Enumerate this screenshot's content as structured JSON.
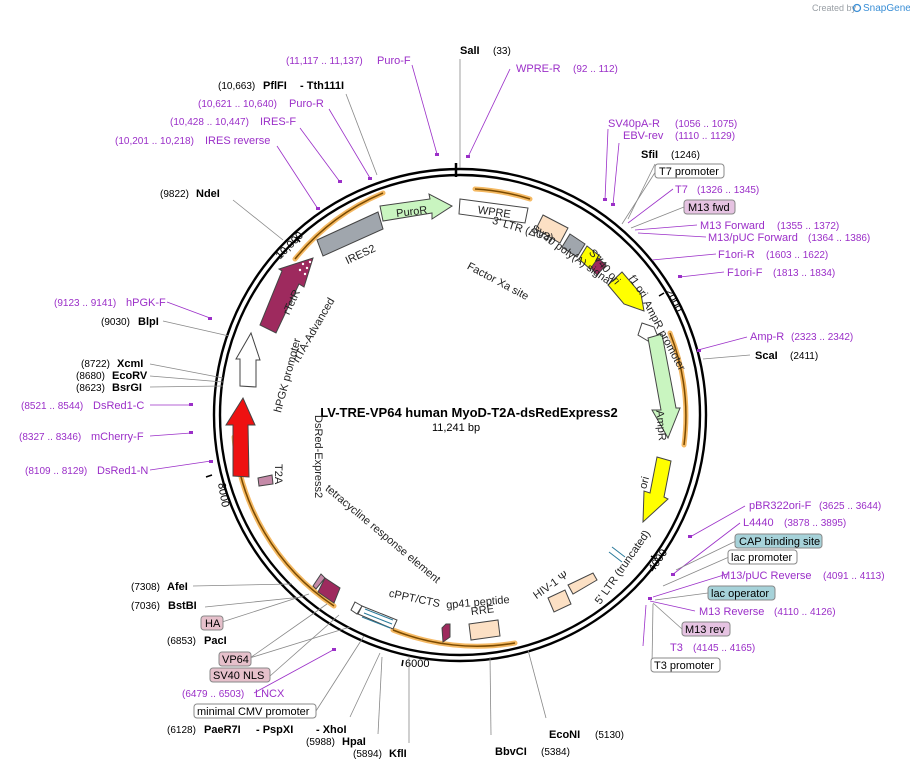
{
  "credit": {
    "prefix": "Created by",
    "brand": "SnapGene"
  },
  "plasmid": {
    "name": "LV-TRE-VP64 human MyoD-T2A-dsRedExpress2",
    "size": "11,241 bp"
  },
  "colors": {
    "primer": "#9b2fc8",
    "enzyme": "#000000",
    "orf_green": "#c9f5c0",
    "amp_yellow": "#ffff00",
    "rtta": "#9e2a5e",
    "dsred": "#ee1111",
    "ltr": "#fce0c4",
    "ires": "#a0a6ad",
    "highlight": "#f2a83c"
  },
  "ticks": [
    "10,000",
    "2000",
    "4000",
    "6000",
    "8000"
  ],
  "enzymes": [
    {
      "id": "sali",
      "name": "SalI",
      "pos": "(33)"
    },
    {
      "id": "sfii",
      "name": "SfiI",
      "pos": "(1246)"
    },
    {
      "id": "scai",
      "name": "ScaI",
      "pos": "(2411)"
    },
    {
      "id": "econi",
      "name": "EcoNI",
      "pos": "(5130)"
    },
    {
      "id": "bbvci",
      "name": "BbvCI",
      "pos": "(5384)"
    },
    {
      "id": "kfli",
      "name": "KflI",
      "pos": "(5894)"
    },
    {
      "id": "hpai",
      "name": "HpaI",
      "pos": "(5988)"
    },
    {
      "id": "xhoi",
      "name": "- XhoI",
      "pos": ""
    },
    {
      "id": "pspxi",
      "name": "- PspXI",
      "pos": ""
    },
    {
      "id": "paer7i",
      "name": "PaeR7I",
      "pos": "(6128)"
    },
    {
      "id": "paci",
      "name": "PacI",
      "pos": "(6853)"
    },
    {
      "id": "bstbi",
      "name": "BstBI",
      "pos": "(7036)"
    },
    {
      "id": "afei",
      "name": "AfeI",
      "pos": "(7308)"
    },
    {
      "id": "bsrgi",
      "name": "BsrGI",
      "pos": "(8623)"
    },
    {
      "id": "ecorv",
      "name": "EcoRV",
      "pos": "(8680)"
    },
    {
      "id": "xcmi",
      "name": "XcmI",
      "pos": "(8722)"
    },
    {
      "id": "blpi",
      "name": "BlpI",
      "pos": "(9030)"
    },
    {
      "id": "ndei",
      "name": "NdeI",
      "pos": "(9822)"
    },
    {
      "id": "pflfi",
      "name": "PflFI",
      "pos": "(10,663)"
    },
    {
      "id": "tth111i",
      "name": "- Tth111I",
      "pos": ""
    }
  ],
  "primers": [
    {
      "id": "wpre-r",
      "name": "WPRE-R",
      "range": "(92 .. 112)"
    },
    {
      "id": "sv40pa-r",
      "name": "SV40pA-R",
      "range": "(1056 .. 1075)"
    },
    {
      "id": "ebv-rev",
      "name": "EBV-rev",
      "range": "(1110 .. 1129)"
    },
    {
      "id": "t7",
      "name": "T7",
      "range": "(1326 .. 1345)"
    },
    {
      "id": "m13-forward",
      "name": "M13 Forward",
      "range": "(1355 .. 1372)"
    },
    {
      "id": "m13-puc-forward",
      "name": "M13/pUC Forward",
      "range": "(1364 .. 1386)"
    },
    {
      "id": "f1ori-r",
      "name": "F1ori-R",
      "range": "(1603 .. 1622)"
    },
    {
      "id": "f1ori-f",
      "name": "F1ori-F",
      "range": "(1813 .. 1834)"
    },
    {
      "id": "amp-r",
      "name": "Amp-R",
      "range": "(2323 .. 2342)"
    },
    {
      "id": "pbr322ori-f",
      "name": "pBR322ori-F",
      "range": "(3625 .. 3644)"
    },
    {
      "id": "l4440",
      "name": "L4440",
      "range": "(3878 .. 3895)"
    },
    {
      "id": "m13-puc-reverse",
      "name": "M13/pUC Reverse",
      "range": "(4091 .. 4113)"
    },
    {
      "id": "m13-reverse",
      "name": "M13 Reverse",
      "range": "(4110 .. 4126)"
    },
    {
      "id": "t3",
      "name": "T3",
      "range": "(4145 .. 4165)"
    },
    {
      "id": "lncx",
      "name": "LNCX",
      "range": "(6479 .. 6503)"
    },
    {
      "id": "dsred1-n",
      "name": "DsRed1-N",
      "range": "(8109 .. 8129)"
    },
    {
      "id": "mcherry-f",
      "name": "mCherry-F",
      "range": "(8327 .. 8346)"
    },
    {
      "id": "dsred1-c",
      "name": "DsRed1-C",
      "range": "(8521 .. 8544)"
    },
    {
      "id": "hpgk-f",
      "name": "hPGK-F",
      "range": "(9123 .. 9141)"
    },
    {
      "id": "ires-reverse",
      "name": "IRES reverse",
      "range": "(10,201 .. 10,218)"
    },
    {
      "id": "ires-f",
      "name": "IRES-F",
      "range": "(10,428 .. 10,447)"
    },
    {
      "id": "puro-r",
      "name": "Puro-R",
      "range": "(10,621 .. 10,640)"
    },
    {
      "id": "puro-f",
      "name": "Puro-F",
      "range": "(11,117 .. 11,137)"
    }
  ],
  "boxed_labels": [
    {
      "id": "t7-promoter",
      "text": "T7 promoter"
    },
    {
      "id": "m13-fwd",
      "text": "M13 fwd"
    },
    {
      "id": "cap-binding-site",
      "text": "CAP binding site"
    },
    {
      "id": "lac-promoter",
      "text": "lac promoter"
    },
    {
      "id": "lac-operator",
      "text": "lac operator"
    },
    {
      "id": "m13-rev",
      "text": "M13 rev"
    },
    {
      "id": "t3-promoter",
      "text": "T3 promoter"
    },
    {
      "id": "ha",
      "text": "HA"
    },
    {
      "id": "vp64",
      "text": "VP64"
    },
    {
      "id": "sv40-nls",
      "text": "SV40 NLS"
    },
    {
      "id": "minimal-cmv-promoter",
      "text": "minimal CMV promoter"
    }
  ],
  "features": [
    {
      "id": "wpre",
      "text": "WPRE"
    },
    {
      "id": "ltr3",
      "text": "3' LTR (ΔU3)"
    },
    {
      "id": "sv40-polya",
      "text": "SV40 poly(A) signal"
    },
    {
      "id": "factor-xa",
      "text": "Factor Xa site"
    },
    {
      "id": "sv40-ori",
      "text": "SV40 ori"
    },
    {
      "id": "f1-ori",
      "text": "f1 ori"
    },
    {
      "id": "ampr-promoter",
      "text": "AmpR promoter"
    },
    {
      "id": "ampr",
      "text": "AmpR"
    },
    {
      "id": "ori",
      "text": "ori"
    },
    {
      "id": "ltr5",
      "text": "5' LTR (truncated)"
    },
    {
      "id": "hiv-psi",
      "text": "HIV-1 Ψ"
    },
    {
      "id": "rre",
      "text": "RRE"
    },
    {
      "id": "gp41",
      "text": "gp41 peptide"
    },
    {
      "id": "cppt",
      "text": "cPPT/CTS"
    },
    {
      "id": "tre",
      "text": "tetracycline response element"
    },
    {
      "id": "t2a",
      "text": "T2A"
    },
    {
      "id": "dsred-express2",
      "text": "DsRed-Express2"
    },
    {
      "id": "hpgk-promoter",
      "text": "hPGK promoter"
    },
    {
      "id": "rtta-advanced",
      "text": "rtTA-Advanced"
    },
    {
      "id": "rtetr",
      "text": "rTetR"
    },
    {
      "id": "ires2",
      "text": "IRES2"
    },
    {
      "id": "puror",
      "text": "PuroR"
    }
  ]
}
